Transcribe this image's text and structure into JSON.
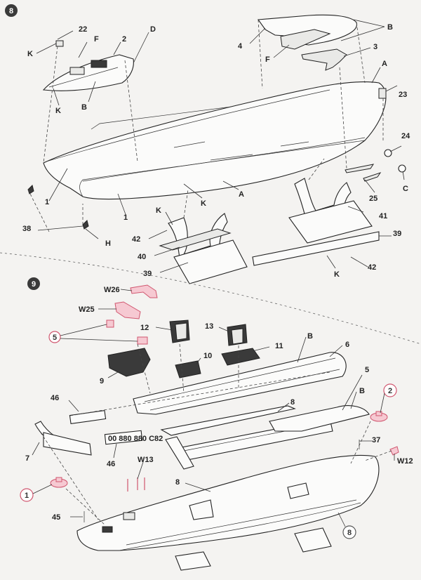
{
  "steps": [
    "8",
    "9"
  ],
  "labels8": {
    "l22": "22",
    "lK1": "K",
    "lF1": "F",
    "l2": "2",
    "lD": "D",
    "lK2": "K",
    "lB1": "B",
    "l4": "4",
    "lF2": "F",
    "lB2": "B",
    "l3": "3",
    "lA1": "A",
    "l23": "23",
    "l24": "24",
    "lC": "C",
    "l25": "25",
    "l1a": "1",
    "l1b": "1",
    "lK3": "K",
    "lA2": "A",
    "lK4": "K",
    "l42a": "42",
    "l40": "40",
    "l39a": "39",
    "l41": "41",
    "l39b": "39",
    "l42b": "42",
    "lK5": "K",
    "l38": "38",
    "lH": "H"
  },
  "labels9": {
    "lW26": "W26",
    "lW25": "W25",
    "l5a": "5",
    "l12": "12",
    "l13": "13",
    "lB3": "B",
    "l6": "6",
    "l11": "11",
    "l10": "10",
    "l9": "9",
    "l5b": "5",
    "lB4": "B",
    "l46a": "46",
    "l8a": "8",
    "l7": "7",
    "l46b": "46",
    "l37": "37",
    "lW12": "W12",
    "lW13": "W13",
    "l8b": "8",
    "l45": "45"
  },
  "circled": {
    "c5": "5",
    "c2": "2",
    "c1": "1",
    "c8": "8"
  },
  "plate_text": "00 880 880 C82",
  "colors": {
    "accent": "#d0566f",
    "accent_fill": "#f6c9d2",
    "step_badge": "#3a3a3a"
  }
}
